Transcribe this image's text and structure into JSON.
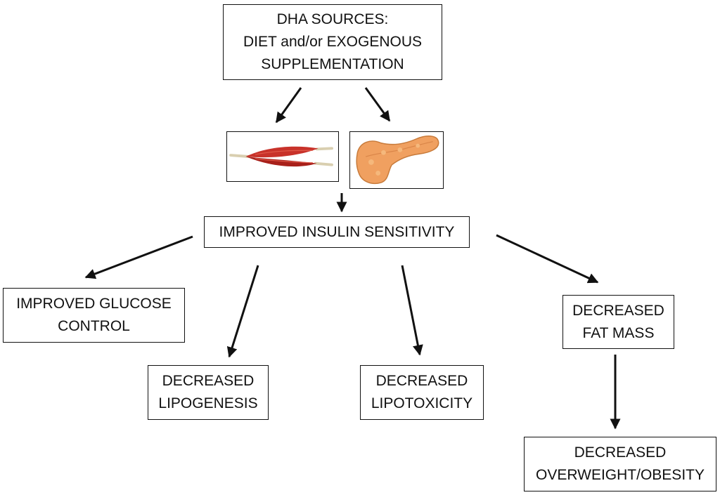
{
  "diagram": {
    "source": {
      "line1": "DHA SOURCES:",
      "line2": "DIET  and/or EXOGENOUS",
      "line3": "SUPPLEMENTATION"
    },
    "images": {
      "muscle": "muscle-icon",
      "pancreas": "pancreas-icon"
    },
    "central": "IMPROVED INSULIN SENSITIVITY",
    "glucose": {
      "line1": "IMPROVED GLUCOSE",
      "line2": "CONTROL"
    },
    "lipogenesis": {
      "line1": "DECREASED",
      "line2": "LIPOGENESIS"
    },
    "lipotoxicity": {
      "line1": "DECREASED",
      "line2": "LIPOTOXICITY"
    },
    "fat_mass": {
      "line1": "DECREASED",
      "line2": "FAT MASS"
    },
    "obesity": {
      "line1": "DECREASED",
      "line2": "OVERWEIGHT/OBESITY"
    }
  },
  "colors": {
    "stroke": "#111111",
    "muscle_red": "#c0281e",
    "tendon": "#d9cfb0",
    "pancreas_orange": "#f0a060"
  }
}
